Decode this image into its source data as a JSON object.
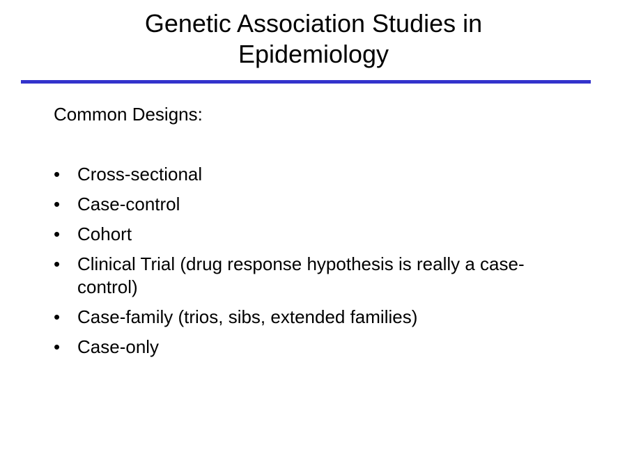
{
  "slide": {
    "title_lines": [
      "Genetic Association Studies in",
      "Epidemiology"
    ],
    "subtitle": "Common Designs:",
    "bullet_symbol": "•",
    "bullets": [
      "Cross-sectional",
      "Case-control",
      "Cohort",
      "Clinical Trial (drug response hypothesis is really a case-control)",
      "Case-family (trios, sibs, extended families)",
      "Case-only"
    ],
    "colors": {
      "rule": "#3333cc",
      "text": "#000000",
      "background": "#ffffff"
    }
  }
}
